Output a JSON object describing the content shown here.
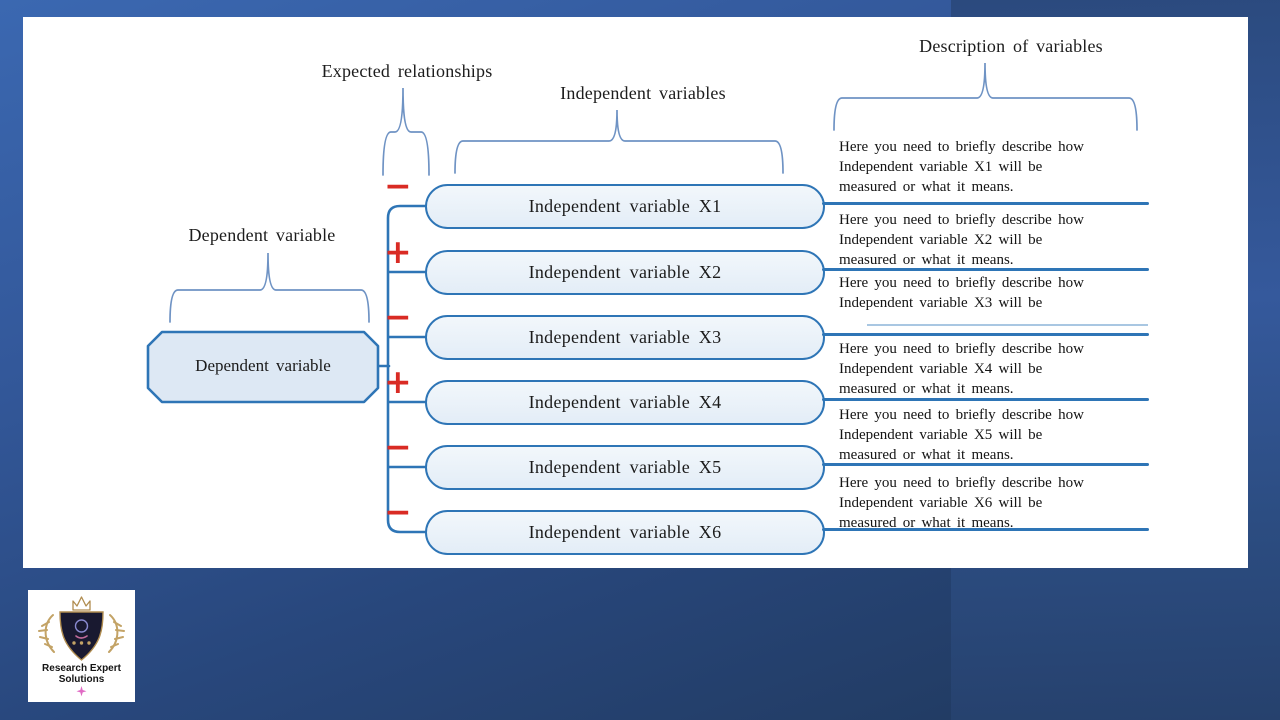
{
  "slide": {
    "headers": {
      "expected_relationships": "Expected relationships",
      "independent_variables": "Independent variables",
      "description_of_variables": "Description of variables",
      "dependent_variable": "Dependent variable"
    },
    "dependent_box_label": "Dependent variable",
    "rows": [
      {
        "sign": "−",
        "label": "Independent variable X1",
        "desc": [
          "Here you need to briefly describe how",
          "Independent variable X1 will be",
          "measured or what it means."
        ]
      },
      {
        "sign": "+",
        "label": "Independent variable X2",
        "desc": [
          "Here you need to briefly describe how",
          "Independent variable X2 will be",
          "measured or what it means."
        ]
      },
      {
        "sign": "−",
        "label": "Independent variable X3",
        "desc": [
          "Here you need to briefly describe how",
          "Independent variable X3 will be"
        ]
      },
      {
        "sign": "+",
        "label": "Independent variable X4",
        "desc": [
          "Here you need to briefly describe how",
          "Independent variable X4 will be",
          "measured or what it means."
        ]
      },
      {
        "sign": "−",
        "label": "Independent variable X5",
        "desc": [
          "Here you need to briefly describe how",
          "Independent variable X5 will be",
          "measured or what it means."
        ]
      },
      {
        "sign": "−",
        "label": "Independent variable X6",
        "desc": [
          "Here you need to briefly describe how",
          "Independent variable X6 will be",
          "measured or what it means."
        ]
      }
    ]
  },
  "logo": {
    "name_line1": "Research Expert",
    "name_line2": "Solutions"
  },
  "colors": {
    "connector_blue": "#2e75b6",
    "brace_blue": "#6f93c4",
    "sign_red": "#d92b24",
    "box_fill": "#e9f1f9",
    "background_navy": "#223c64",
    "background_blue": "#3b68b1"
  }
}
